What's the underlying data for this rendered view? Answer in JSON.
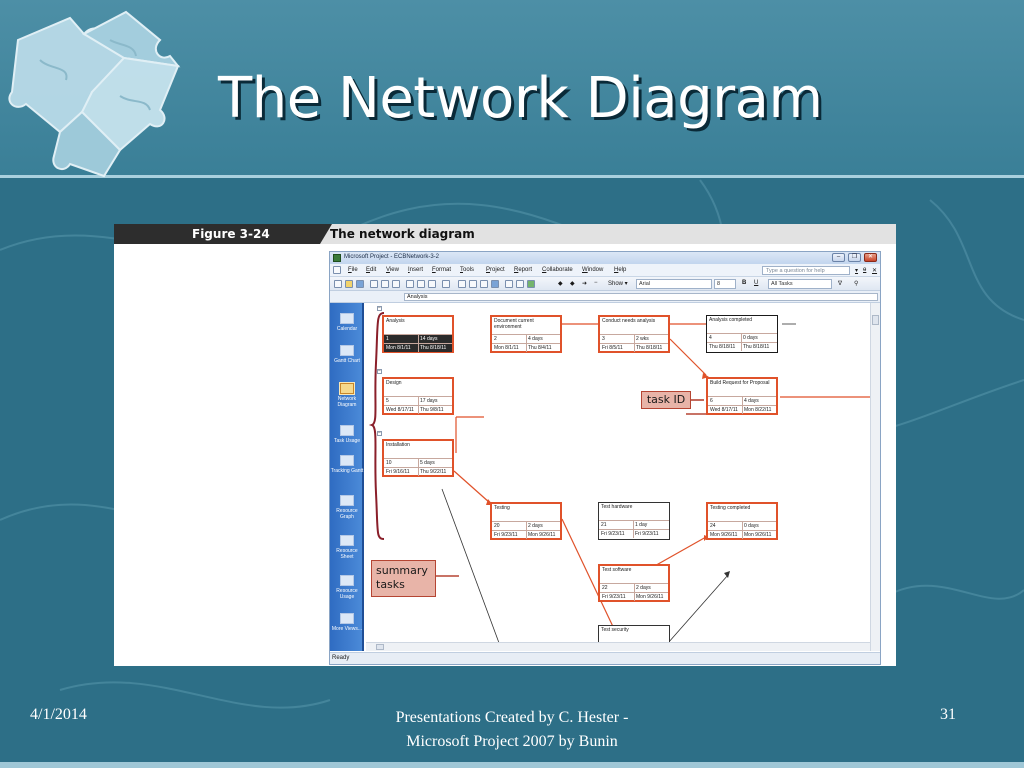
{
  "slide": {
    "title": "The Network Diagram",
    "footer_date": "4/1/2014",
    "footer_center_line1": "Presentations Created by C. Hester -",
    "footer_center_line2": "Microsoft Project 2007 by Bunin",
    "slide_number": "31"
  },
  "figure": {
    "label": "Figure  3-24",
    "caption": "The network diagram"
  },
  "app": {
    "window_title": "Microsoft Project - ECBNetwork-3-2",
    "menu": [
      "File",
      "Edit",
      "View",
      "Insert",
      "Format",
      "Tools",
      "Project",
      "Report",
      "Collaborate",
      "Window",
      "Help"
    ],
    "help_placeholder": "Type a question for help",
    "toolbar": {
      "show_label": "Show ▾",
      "font_value": "Arial",
      "size_value": "8",
      "bold": "B",
      "underline": "U",
      "filter_value": "All Tasks"
    },
    "entry_value": "Analysis",
    "status": "Ready",
    "views": [
      {
        "label": "Calendar"
      },
      {
        "label": "Gantt Chart"
      },
      {
        "label": "Network Diagram"
      },
      {
        "label": "Task Usage"
      },
      {
        "label": "Tracking Gantt"
      },
      {
        "label": "Resource Graph"
      },
      {
        "label": "Resource Sheet"
      },
      {
        "label": "Resource Usage"
      },
      {
        "label": "More Views..."
      }
    ]
  },
  "nodes": {
    "analysis": {
      "name": "Analysis",
      "id": "1",
      "duration": "14 days",
      "start": "Mon 8/1/11",
      "finish": "Thu 8/18/11"
    },
    "document": {
      "name": "Document current environment",
      "id": "2",
      "duration": "4 days",
      "start": "Mon 8/1/11",
      "finish": "Thu 8/4/11"
    },
    "needs": {
      "name": "Conduct needs analysis",
      "id": "3",
      "duration": "2 wks",
      "start": "Fri 8/5/11",
      "finish": "Thu 8/18/11"
    },
    "analysis_completed": {
      "name": "Analysis completed",
      "id": "4",
      "duration": "0 days",
      "start": "Thu 8/18/11",
      "finish": "Thu 8/18/11"
    },
    "design": {
      "name": "Design",
      "id": "5",
      "duration": "17 days",
      "start": "Wed 8/17/11",
      "finish": "Thu 9/8/11"
    },
    "build_request": {
      "name": "Build Request for Proposal",
      "id": "6",
      "duration": "4 days",
      "start": "Wed 8/17/11",
      "finish": "Mon 8/22/11"
    },
    "installation": {
      "name": "Installation",
      "id": "10",
      "duration": "5 days",
      "start": "Fri 9/16/11",
      "finish": "Thu 9/22/11"
    },
    "testing": {
      "name": "Testing",
      "id": "20",
      "duration": "2 days",
      "start": "Fri 9/23/11",
      "finish": "Mon 9/26/11"
    },
    "test_hardware": {
      "name": "Test hardware",
      "id": "21",
      "duration": "1 day",
      "start": "Fri 9/23/11",
      "finish": "Fri 9/23/11"
    },
    "testing_completed": {
      "name": "Testing completed",
      "id": "24",
      "duration": "0 days",
      "start": "Mon 9/26/11",
      "finish": "Mon 9/26/11"
    },
    "test_software": {
      "name": "Test software",
      "id": "22",
      "duration": "2 days",
      "start": "Fri 9/23/11",
      "finish": "Mon 9/26/11"
    },
    "test_security": {
      "name": "Test security"
    }
  },
  "callouts": {
    "task_id": "task ID",
    "summary_line1": "summary",
    "summary_line2": "tasks"
  },
  "colors": {
    "slide_bg": "#2d6f87",
    "critical": "#e0522a",
    "callout_fill": "#e8b4a8",
    "view_bar": "#3a7bd0"
  }
}
